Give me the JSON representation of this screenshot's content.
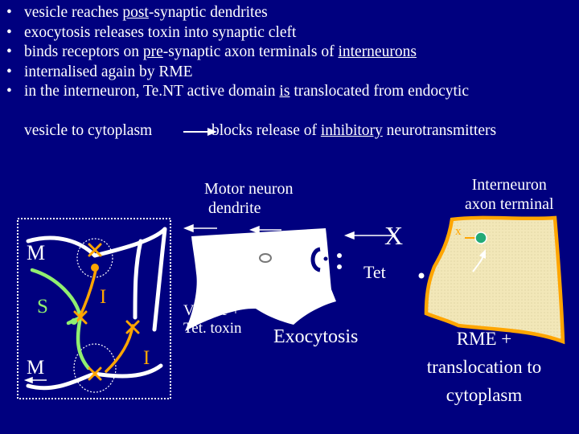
{
  "bullets": [
    {
      "pre": "vesicle reaches ",
      "u": "post",
      "post": "-synaptic dendrites"
    },
    {
      "pre": "exocytosis releases toxin into synaptic cleft",
      "u": "",
      "post": ""
    },
    {
      "pre": "binds receptors on ",
      "u": "pre",
      "post": "-synaptic axon terminals of  ",
      "u2": "interneurons"
    },
    {
      "pre": "internalised again by RME",
      "u": "",
      "post": ""
    },
    {
      "pre": "in the interneuron, Te.NT active domain ",
      "u": "is",
      "post": " translocated from endocytic"
    }
  ],
  "bullet_char": "•",
  "continuation": {
    "a": "vesicle to cytoplasm",
    "b": "blocks release of ",
    "u": "inhibitory",
    "c": " neurotransmitters"
  },
  "labels": {
    "motor_line1": "Motor neuron",
    "motor_line2": "dendrite",
    "inter_line1": "Interneuron",
    "inter_line2": "axon terminal",
    "x_big": "X",
    "x_small": "x",
    "tet": "Tet",
    "vesicle_line1": "Vesicle +",
    "vesicle_line2": "Tet. toxin",
    "exocytosis": "Exocytosis",
    "rme_line1": "RME +",
    "rme_line2": "translocation to",
    "rme_line3": "cytoplasm",
    "m_top": "M",
    "s": "S",
    "m_bottom": "M",
    "i_top": "I",
    "i_bottom": "I"
  },
  "colors": {
    "background": "#00007f",
    "text": "#ffffff",
    "interneuron_fill": "#f2e7b8",
    "orange": "#ffa500",
    "green": "#90ee70",
    "teal_receptor": "#22aa77",
    "navy": "#000080"
  }
}
